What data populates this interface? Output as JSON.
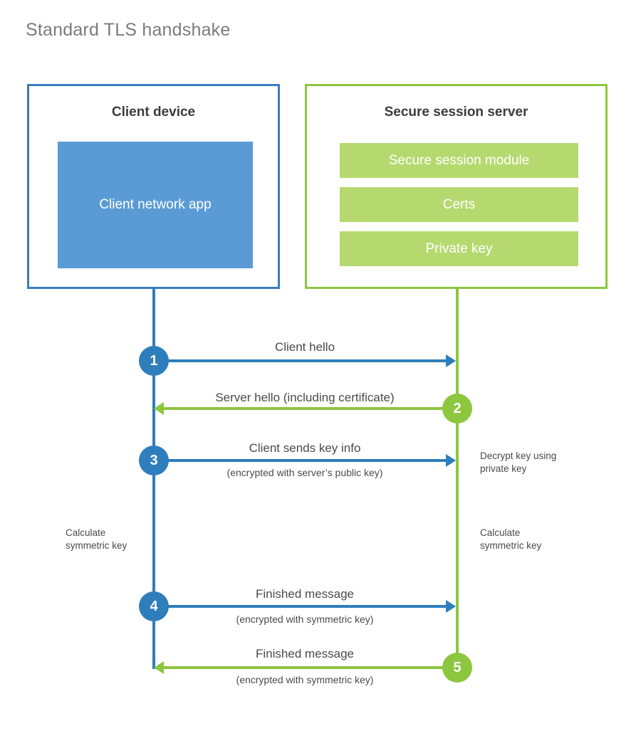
{
  "title": "Standard TLS handshake",
  "colors": {
    "client_accent": "#2e7ebb",
    "client_box_border": "#3a7cbf",
    "client_app_fill": "#5b9bd5",
    "server_accent": "#8dc63f",
    "server_module_fill": "#b5d96f",
    "text": "#4a4a4a",
    "title_text": "#7b7b7b"
  },
  "client": {
    "box_title": "Client device",
    "app_label": "Client network app"
  },
  "server": {
    "box_title": "Secure session server",
    "modules": [
      {
        "label": "Secure session module"
      },
      {
        "label": "Certs"
      },
      {
        "label": "Private key"
      }
    ]
  },
  "steps": [
    {
      "number": "1",
      "label": "Client hello",
      "sublabel": "",
      "direction": "client-to-server",
      "actor": "client"
    },
    {
      "number": "2",
      "label": "Server hello (including certificate)",
      "sublabel": "",
      "direction": "server-to-client",
      "actor": "server"
    },
    {
      "number": "3",
      "label": "Client sends key info",
      "sublabel": "(encrypted with server’s public key)",
      "direction": "client-to-server",
      "actor": "client"
    },
    {
      "number": "4",
      "label": "Finished message",
      "sublabel": "(encrypted with symmetric key)",
      "direction": "client-to-server",
      "actor": "client"
    },
    {
      "number": "5",
      "label": "Finished message",
      "sublabel": "(encrypted with symmetric key)",
      "direction": "server-to-client",
      "actor": "server"
    }
  ],
  "annotations": {
    "server_decrypt": "Decrypt key using\nprivate key",
    "client_calculate": "Calculate\nsymmetric key",
    "server_calculate": "Calculate\nsymmetric key"
  }
}
